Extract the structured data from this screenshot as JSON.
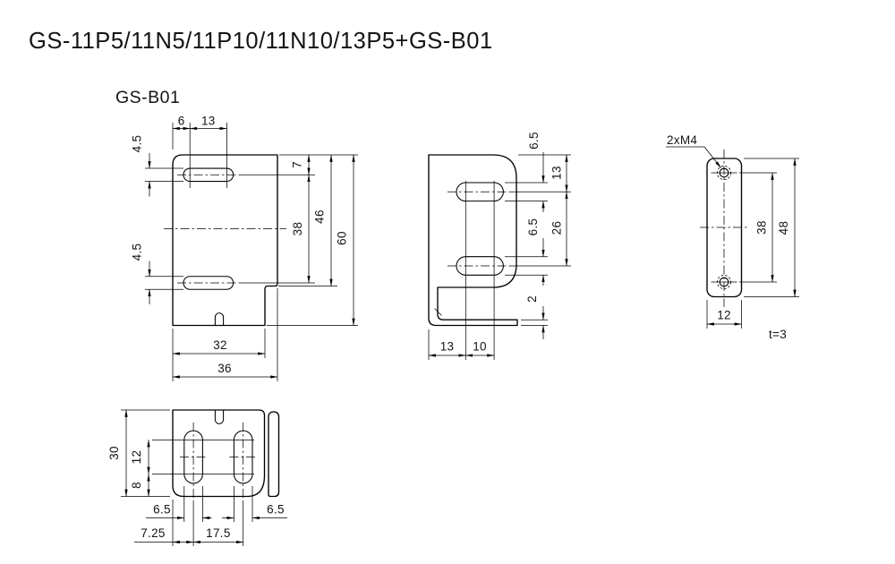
{
  "title": "GS-11P5/11N5/11P10/11N10/13P5+GS-B01",
  "subtitle": "GS-B01",
  "front_view": {
    "dim_6": "6",
    "dim_13": "13",
    "dim_4_5_top": "4.5",
    "dim_4_5_bottom": "4.5",
    "dim_7": "7",
    "dim_38": "38",
    "dim_46": "46",
    "dim_60": "60",
    "dim_32": "32",
    "dim_36": "36"
  },
  "side_view": {
    "dim_6_5_top": "6.5",
    "dim_13_right": "13",
    "dim_26": "26",
    "dim_6_5_mid": "6.5",
    "dim_2": "2",
    "dim_13_bottom": "13",
    "dim_10": "10"
  },
  "plate_view": {
    "hole_note": "2xM4",
    "dim_38": "38",
    "dim_48": "48",
    "dim_12": "12",
    "thickness_note": "t=3"
  },
  "bottom_view": {
    "dim_30": "30",
    "dim_12": "12",
    "dim_8": "8",
    "dim_6_5_left": "6.5",
    "dim_6_5_right": "6.5",
    "dim_7_25": "7.25",
    "dim_17_5": "17.5"
  }
}
